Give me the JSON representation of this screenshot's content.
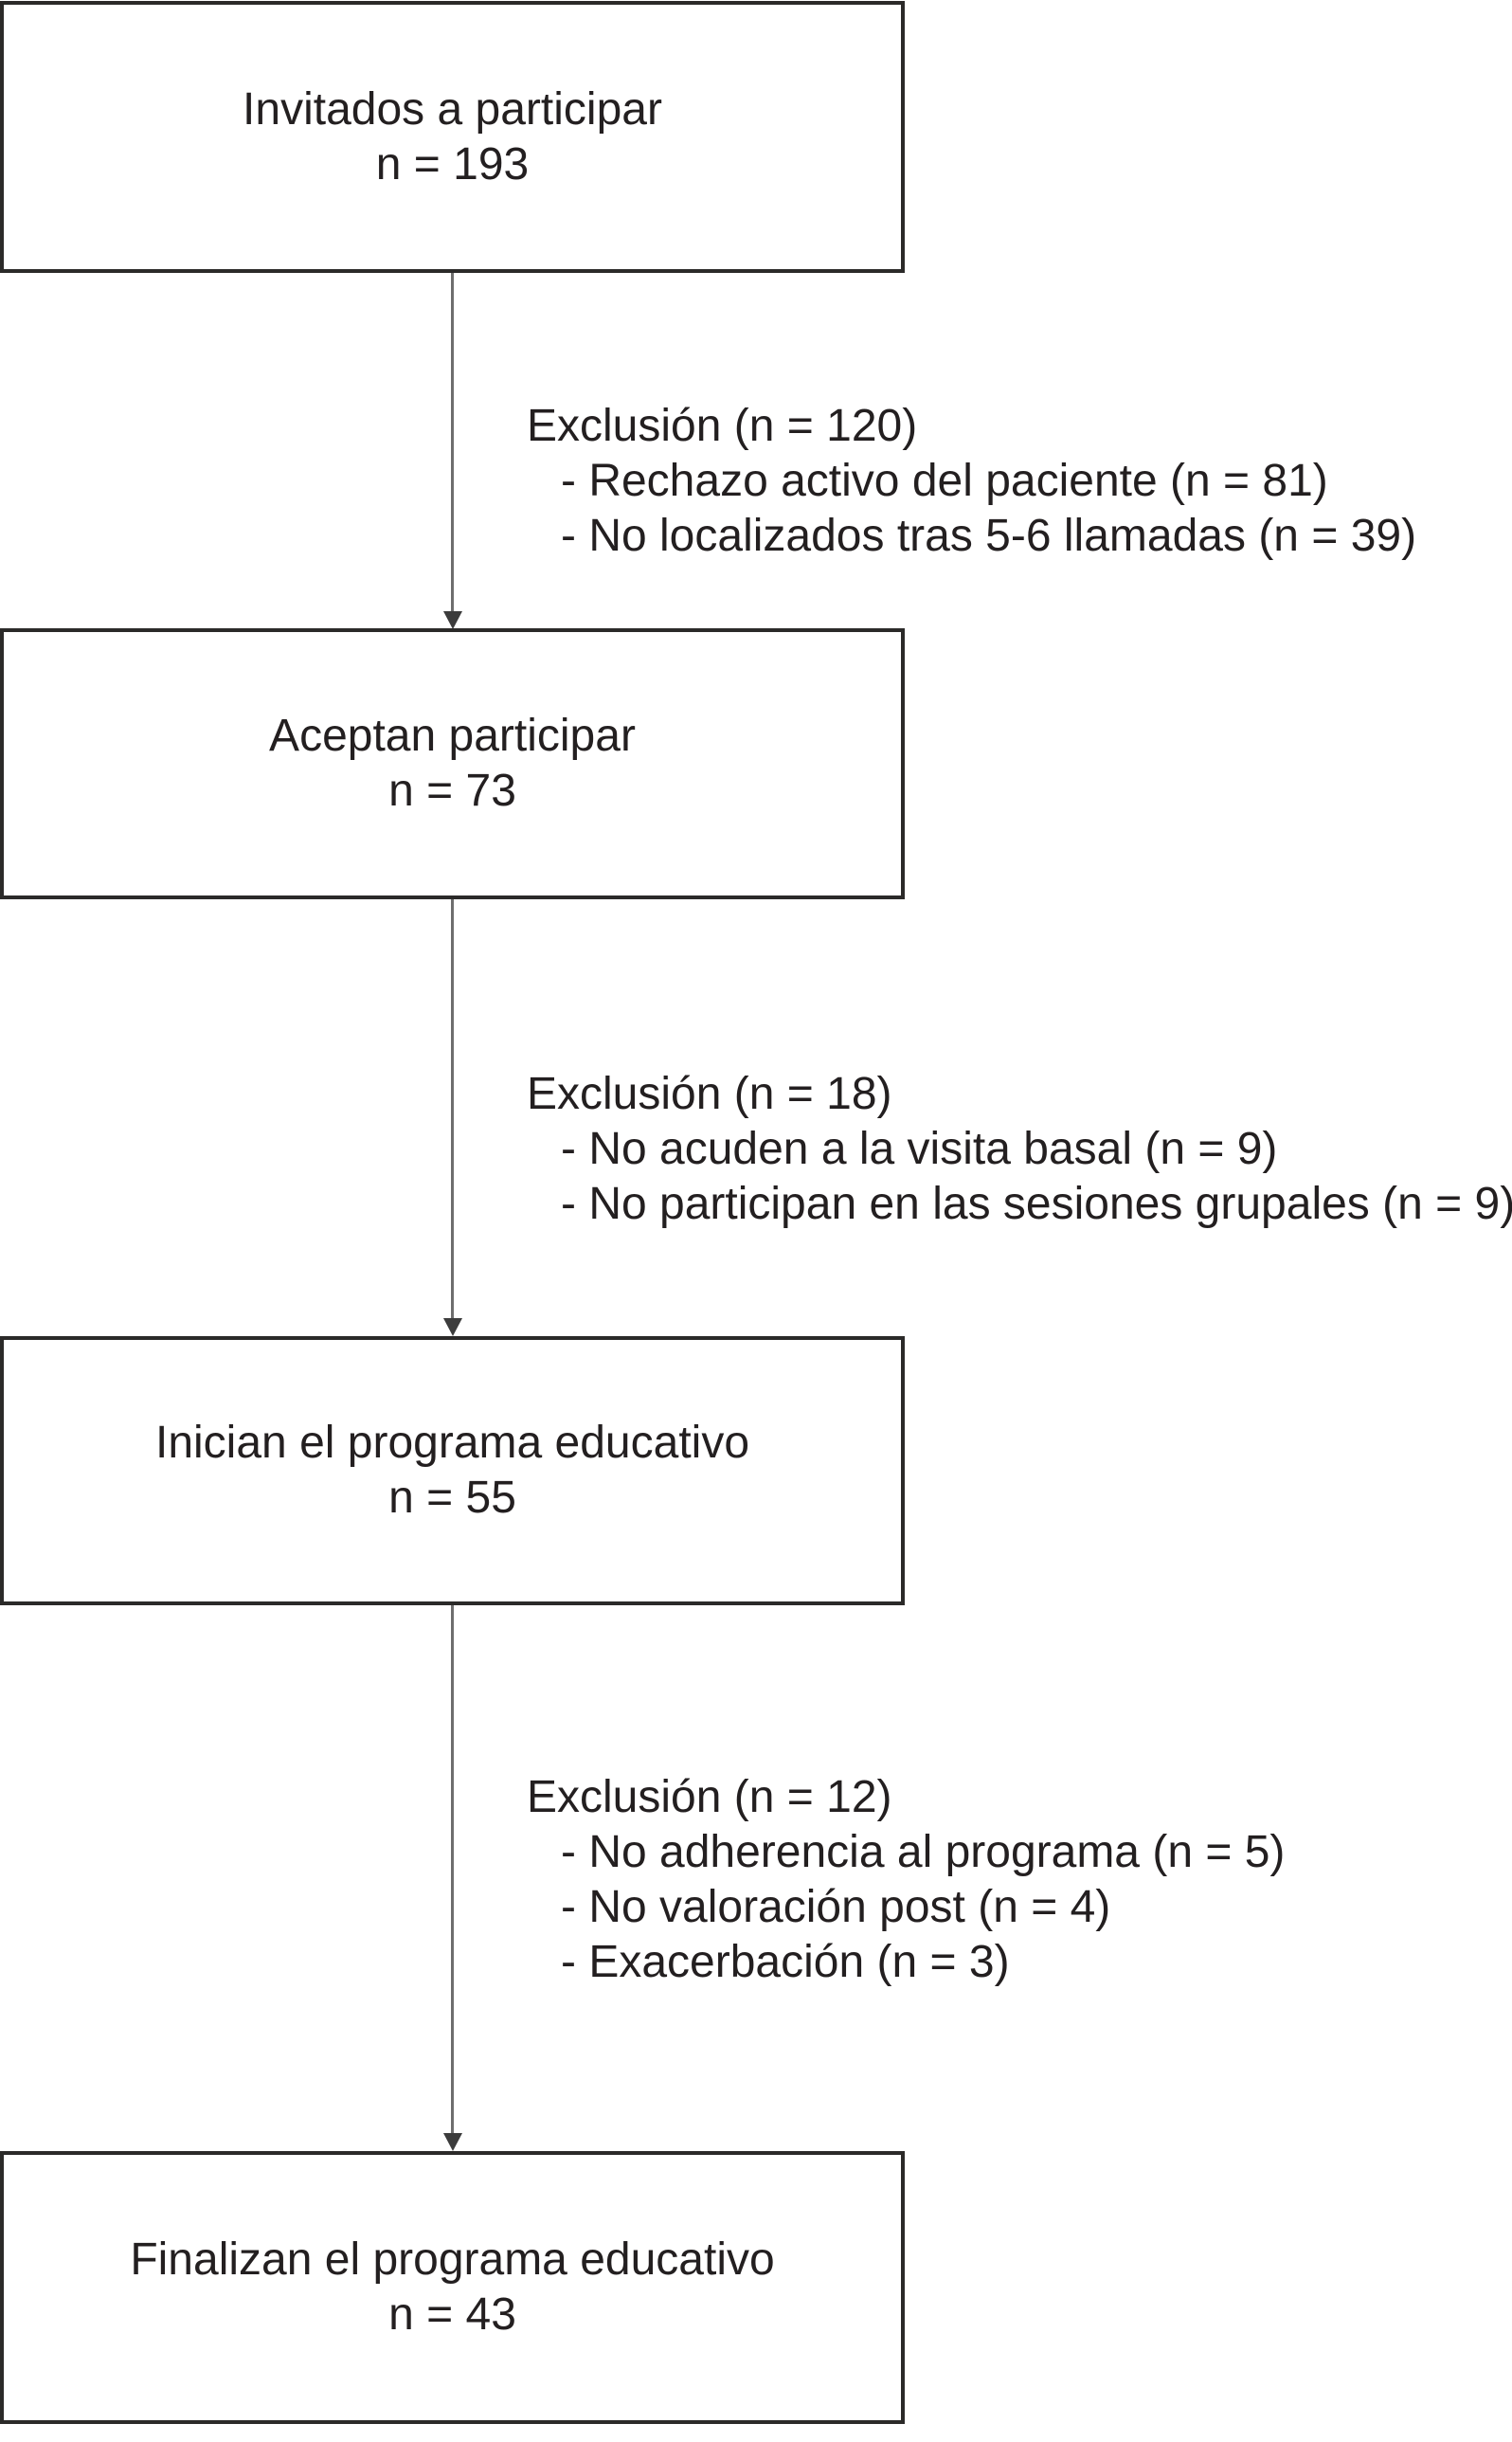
{
  "diagram": {
    "boxes": [
      {
        "label": "Invitados a participar",
        "n": "n = 193"
      },
      {
        "label": "Aceptan participar",
        "n": "n = 73"
      },
      {
        "label": "Inician el programa educativo",
        "n": "n = 55"
      },
      {
        "label": "Finalizan el programa educativo",
        "n": "n = 43"
      }
    ],
    "exclusions": [
      {
        "title": "Exclusión (n = 120)",
        "items": [
          "- Rechazo activo del paciente (n = 81)",
          "- No localizados tras 5-6 llamadas (n = 39)"
        ]
      },
      {
        "title": "Exclusión (n = 18)",
        "items": [
          "- No acuden a la visita basal (n = 9)",
          "- No participan en las sesiones grupales (n = 9)"
        ]
      },
      {
        "title": "Exclusión (n = 12)",
        "items": [
          "- No adherencia al programa (n = 5)",
          "- No valoración post (n = 4)",
          "- Exacerbación (n = 3)"
        ]
      }
    ],
    "colors": {
      "background": "#ffffff",
      "box_border": "#2b2a29",
      "text": "#231f20",
      "connector": "#6e6e6e",
      "arrowhead": "#3c3c3c"
    }
  }
}
